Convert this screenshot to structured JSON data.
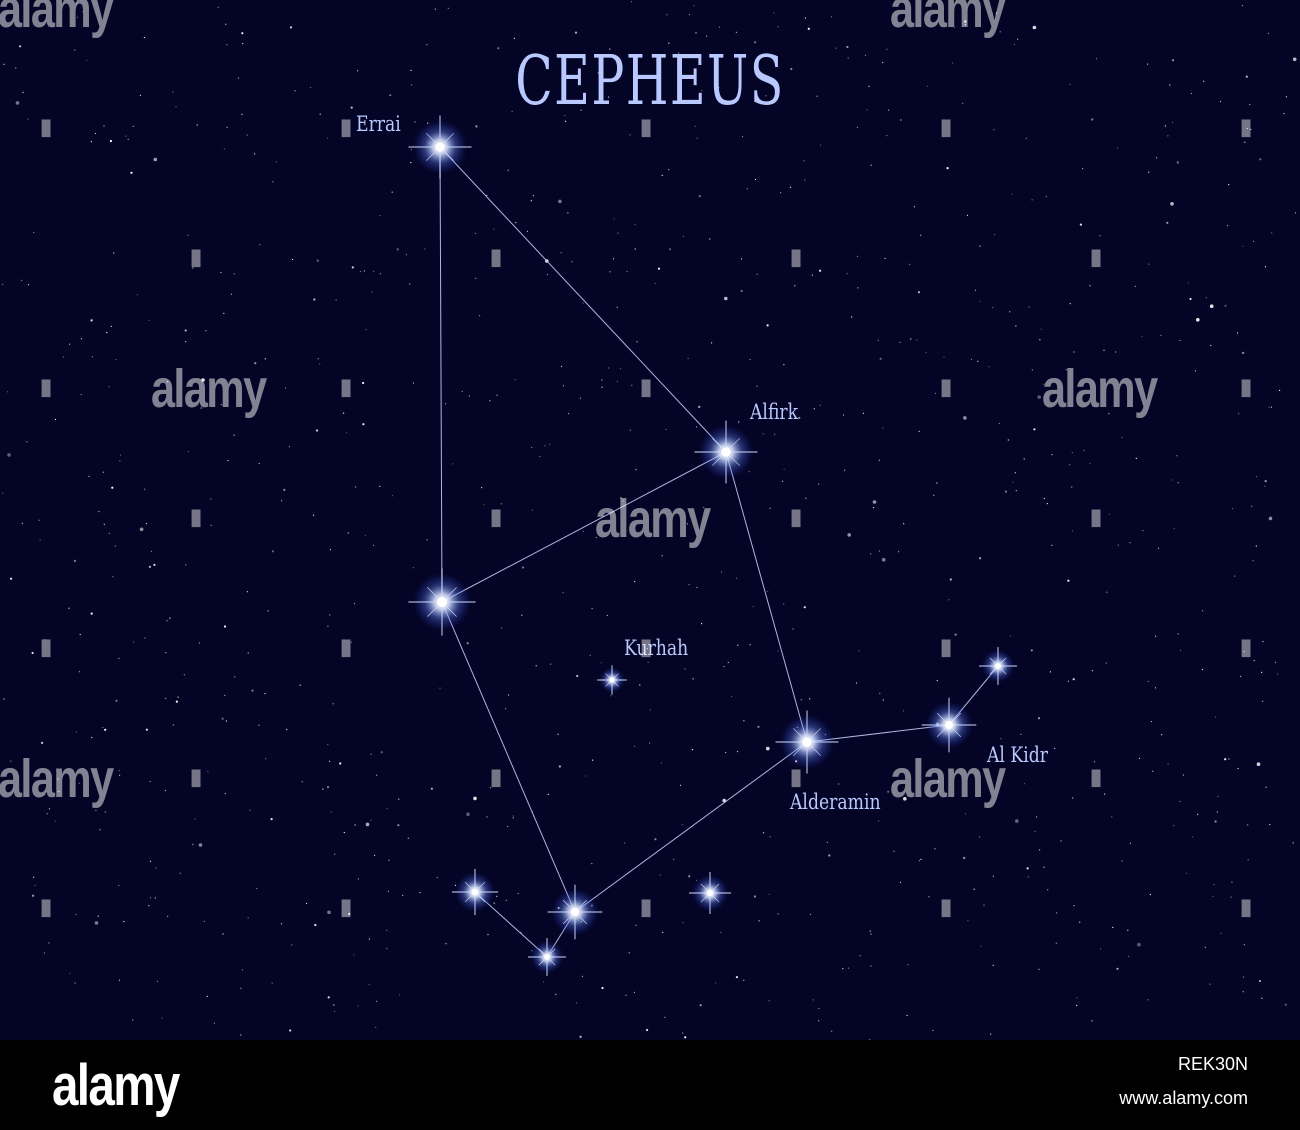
{
  "title": "CEPHEUS",
  "stars": {
    "errai": "Errai",
    "alfirk": "Alfirk",
    "kurhah": "Kurhah",
    "alderamin": "Alderamin",
    "al_kidr": "Al Kidr"
  },
  "watermark": "alamy",
  "footer": {
    "logo": "alamy",
    "image_id": "REK30N",
    "site": "www.alamy.com"
  },
  "colors": {
    "sky": "#040526",
    "label": "#b9c8ff",
    "line": "#c9d4ff"
  }
}
